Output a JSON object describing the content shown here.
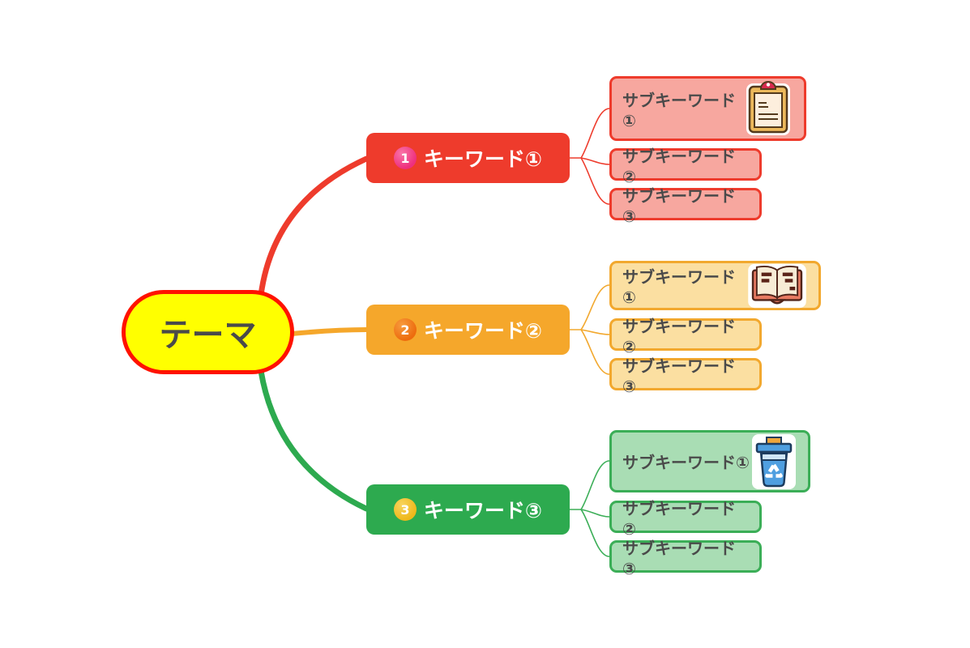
{
  "central": {
    "label": "テーマ",
    "fill": "#ffff00",
    "border_color": "#ff1200",
    "text_color": "#4a4a4a"
  },
  "branches": [
    {
      "number": "1",
      "label": "キーワード①",
      "node_color": "#ee3b2c",
      "badge_color": "#ee2f7d",
      "sub_fill": "#f7a79f",
      "sub_border": "#ee3b2c",
      "icon": "clipboard-icon",
      "subs": [
        "サブキーワード①",
        "サブキーワード②",
        "サブキーワード③"
      ]
    },
    {
      "number": "2",
      "label": "キーワード②",
      "node_color": "#f5a72b",
      "badge_color": "#ed6c0e",
      "sub_fill": "#fbdfa1",
      "sub_border": "#f2a82e",
      "icon": "open-book-icon",
      "subs": [
        "サブキーワード①",
        "サブキーワード②",
        "サブキーワード③"
      ]
    },
    {
      "number": "3",
      "label": "キーワード③",
      "node_color": "#2daa4f",
      "badge_color": "#eeb81a",
      "sub_fill": "#a9ddb4",
      "sub_border": "#3bae57",
      "icon": "recycle-bin-icon",
      "subs": [
        "サブキーワード①",
        "サブキーワード②",
        "サブキーワード③"
      ]
    }
  ]
}
